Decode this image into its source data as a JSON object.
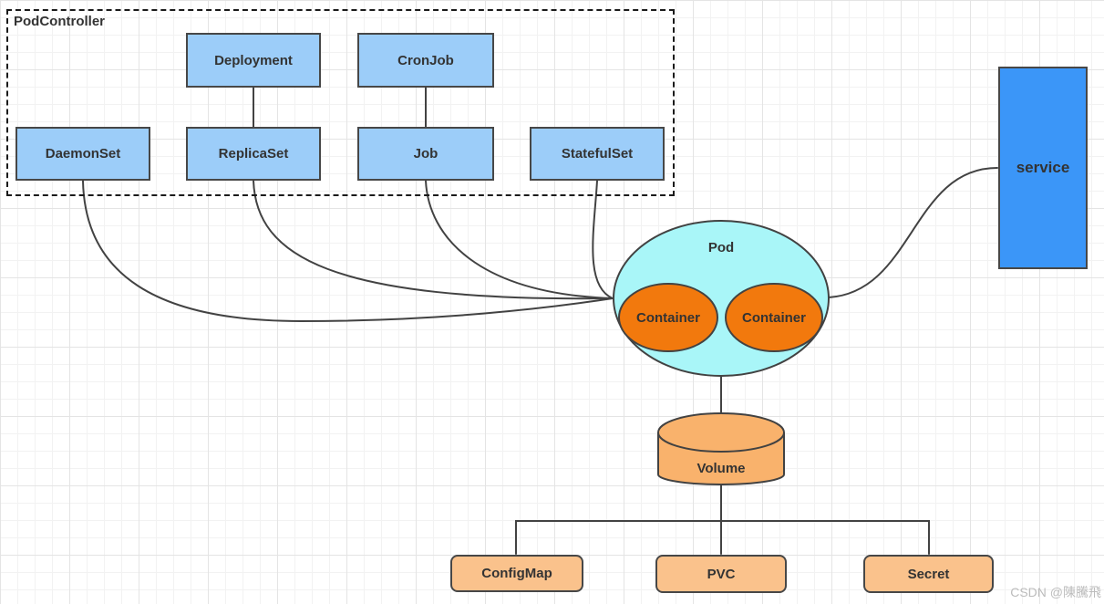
{
  "group": {
    "label": "PodController"
  },
  "nodes": {
    "deployment": {
      "label": "Deployment"
    },
    "cronjob": {
      "label": "CronJob"
    },
    "daemonset": {
      "label": "DaemonSet"
    },
    "replicaset": {
      "label": "ReplicaSet"
    },
    "job": {
      "label": "Job"
    },
    "statefulset": {
      "label": "StatefulSet"
    },
    "pod": {
      "label": "Pod"
    },
    "container_left": {
      "label": "Container"
    },
    "container_right": {
      "label": "Container"
    },
    "service": {
      "label": "service"
    },
    "volume": {
      "label": "Volume"
    },
    "configmap": {
      "label": "ConfigMap"
    },
    "pvc": {
      "label": "PVC"
    },
    "secret": {
      "label": "Secret"
    }
  },
  "edges": [
    "deployment-replicaset",
    "cronjob-job",
    "daemonset-pod",
    "replicaset-pod",
    "job-pod",
    "statefulset-pod",
    "pod-service",
    "pod-volume",
    "volume-pvc",
    "volume-configmap-secret"
  ],
  "colors": {
    "controller_box_fill": "#9CCDF9",
    "service_fill": "#3B96F8",
    "pod_fill": "#A9F6F8",
    "container_fill": "#F2790D",
    "volume_fill": "#F9B26C",
    "storage_fill": "#FAC28C",
    "edge_stroke": "#424242",
    "border_stroke": "#474747"
  },
  "watermark": {
    "text": "CSDN @陳騰飛"
  }
}
